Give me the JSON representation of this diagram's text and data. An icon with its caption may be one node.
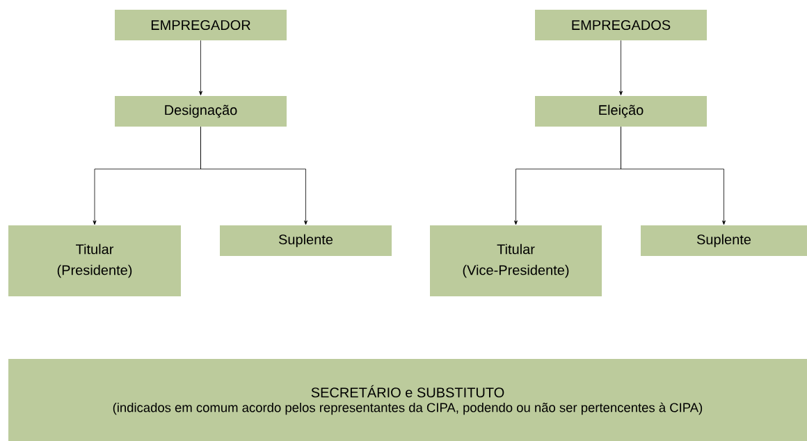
{
  "diagram": {
    "nodes": [
      {
        "text": [
          "EMPREGADOR"
        ]
      },
      {
        "text": [
          "Designação"
        ]
      },
      {
        "text": [
          "Titular (Presidente)"
        ]
      },
      {
        "text": [
          "Suplente"
        ]
      },
      {
        "text": [
          "EMPREGADOS"
        ]
      },
      {
        "text": [
          "Eleição"
        ]
      },
      {
        "text": [
          "Titular (Vice-Presidente)"
        ]
      },
      {
        "text": [
          "Suplente"
        ]
      },
      {
        "text": [
          "SECRETÁRIO e SUBSTITUTO",
          "(indicados em comum acordo pelos representantes da CIPA, podendo ou não ser pertencentes à CIPA)"
        ]
      }
    ],
    "edges": [
      {
        "from": 0,
        "to": 1,
        "arrow": "to"
      },
      {
        "from": 1,
        "to": 2,
        "arrow": "to"
      },
      {
        "from": 1,
        "to": 3,
        "arrow": "to"
      },
      {
        "from": 4,
        "to": 5,
        "arrow": "to"
      },
      {
        "from": 5,
        "to": 6,
        "arrow": "to"
      },
      {
        "from": 5,
        "to": 7,
        "arrow": "to"
      }
    ]
  }
}
